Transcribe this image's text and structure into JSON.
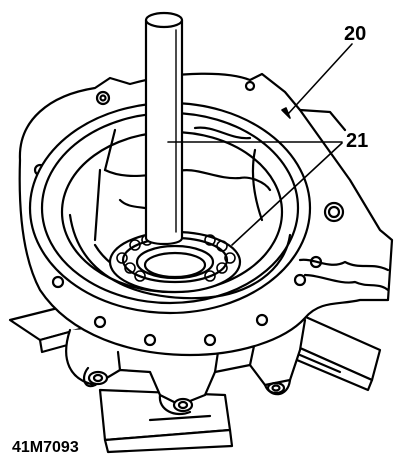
{
  "callouts": {
    "housing": "20",
    "bearing_tool": "21"
  },
  "figure_id": "41M7093"
}
